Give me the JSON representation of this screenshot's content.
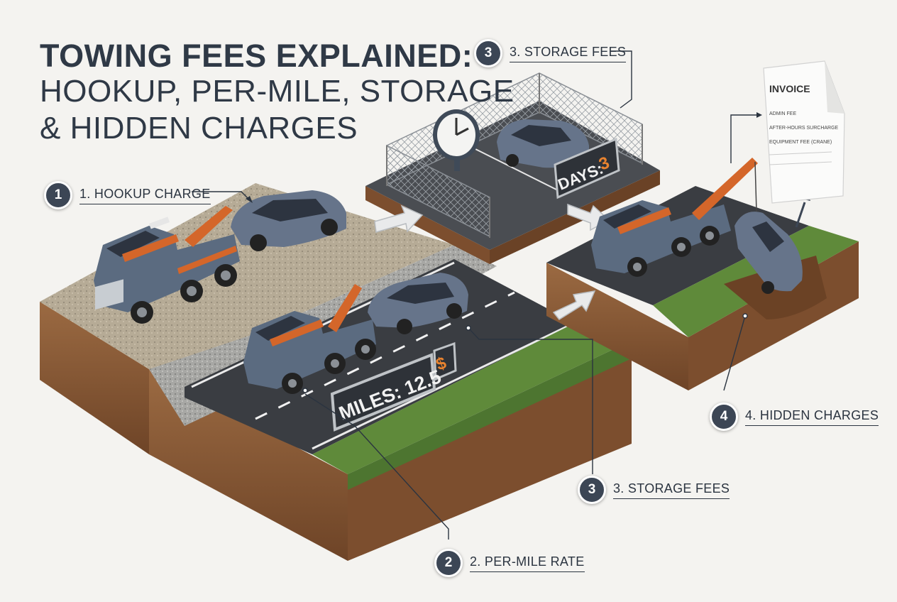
{
  "title": {
    "line1": "TOWING FEES EXPLAINED:",
    "line2": "HOOKUP, PER-MILE, STORAGE",
    "line3": "& HIDDEN CHARGES"
  },
  "callouts": [
    {
      "number": "1",
      "label": "1. HOOKUP CHARGE"
    },
    {
      "number": "2",
      "label": "2. PER-MILE RATE"
    },
    {
      "number": "3",
      "label": "3. STORAGE FEES"
    },
    {
      "number": "3",
      "label": "3. STORAGE FEES"
    },
    {
      "number": "4",
      "label": "4. HIDDEN CHARGES"
    }
  ],
  "signs": {
    "miles": "MILES: 12.5",
    "dollar": "$",
    "days_label": "DAYS:",
    "days_value": "3"
  },
  "invoice": {
    "title": "INVOICE",
    "lines": [
      "ADMIN FEE",
      "AFTER-HOURS SURCHARGE",
      "EQUIPMENT FEE (CRANE)"
    ]
  },
  "colors": {
    "background": "#f4f3f0",
    "truck_body": "#5b6b80",
    "truck_accent": "#d4662a",
    "car_body": "#66748a",
    "asphalt": "#3a3d42",
    "gravel": "#b9ad98",
    "soil": "#8a5a36",
    "grass": "#5f8a3a",
    "badge": "#3c4655"
  }
}
